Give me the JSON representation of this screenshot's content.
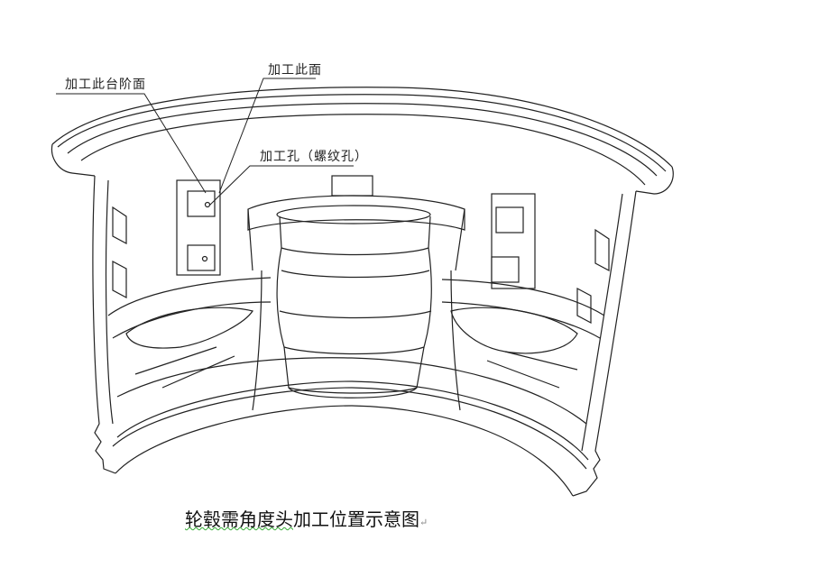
{
  "labels": {
    "step_face": "加工此台阶面",
    "this_face": "加工此面",
    "threaded_hole": "加工孔（螺纹孔）"
  },
  "caption": {
    "underlined_part": "轮毂需角度头",
    "rest": "加工位置示意图",
    "return_mark": "↵"
  }
}
